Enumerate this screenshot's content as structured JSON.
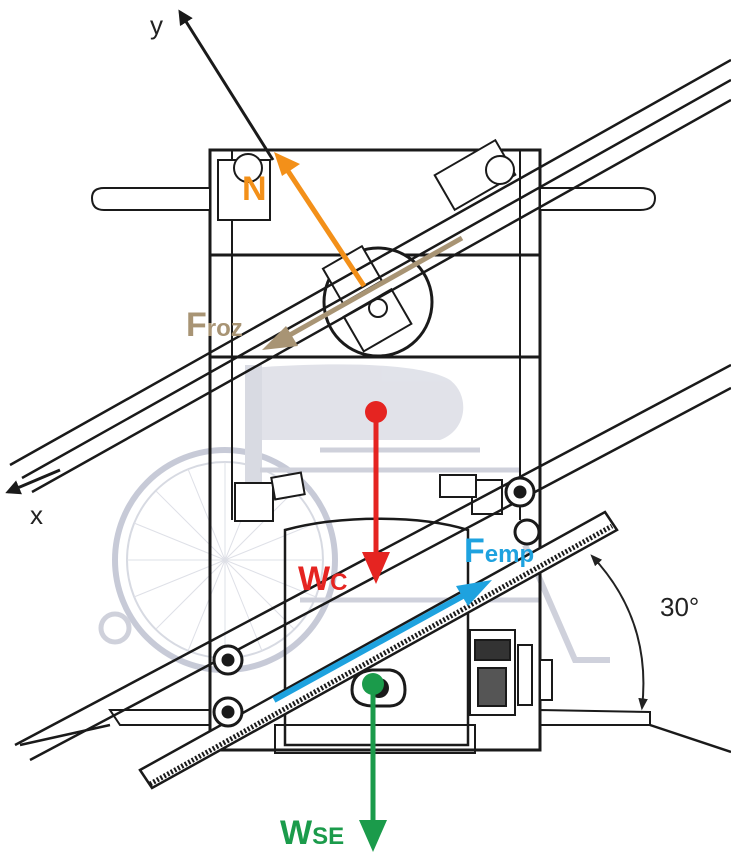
{
  "axes": {
    "y_label": "y",
    "x_label": "x"
  },
  "forces": {
    "normal": {
      "main": "N",
      "sub": "",
      "color": "#f39019"
    },
    "friction": {
      "main": "F",
      "sub": "roz",
      "color": "#a89474"
    },
    "weight_chair": {
      "main": "W",
      "sub": "C",
      "color": "#e52421"
    },
    "push": {
      "main": "F",
      "sub": "emp",
      "color": "#1ea2df"
    },
    "weight_system": {
      "main": "W",
      "sub": "SE",
      "color": "#1b9b4b"
    }
  },
  "angle": {
    "label": "30°"
  }
}
